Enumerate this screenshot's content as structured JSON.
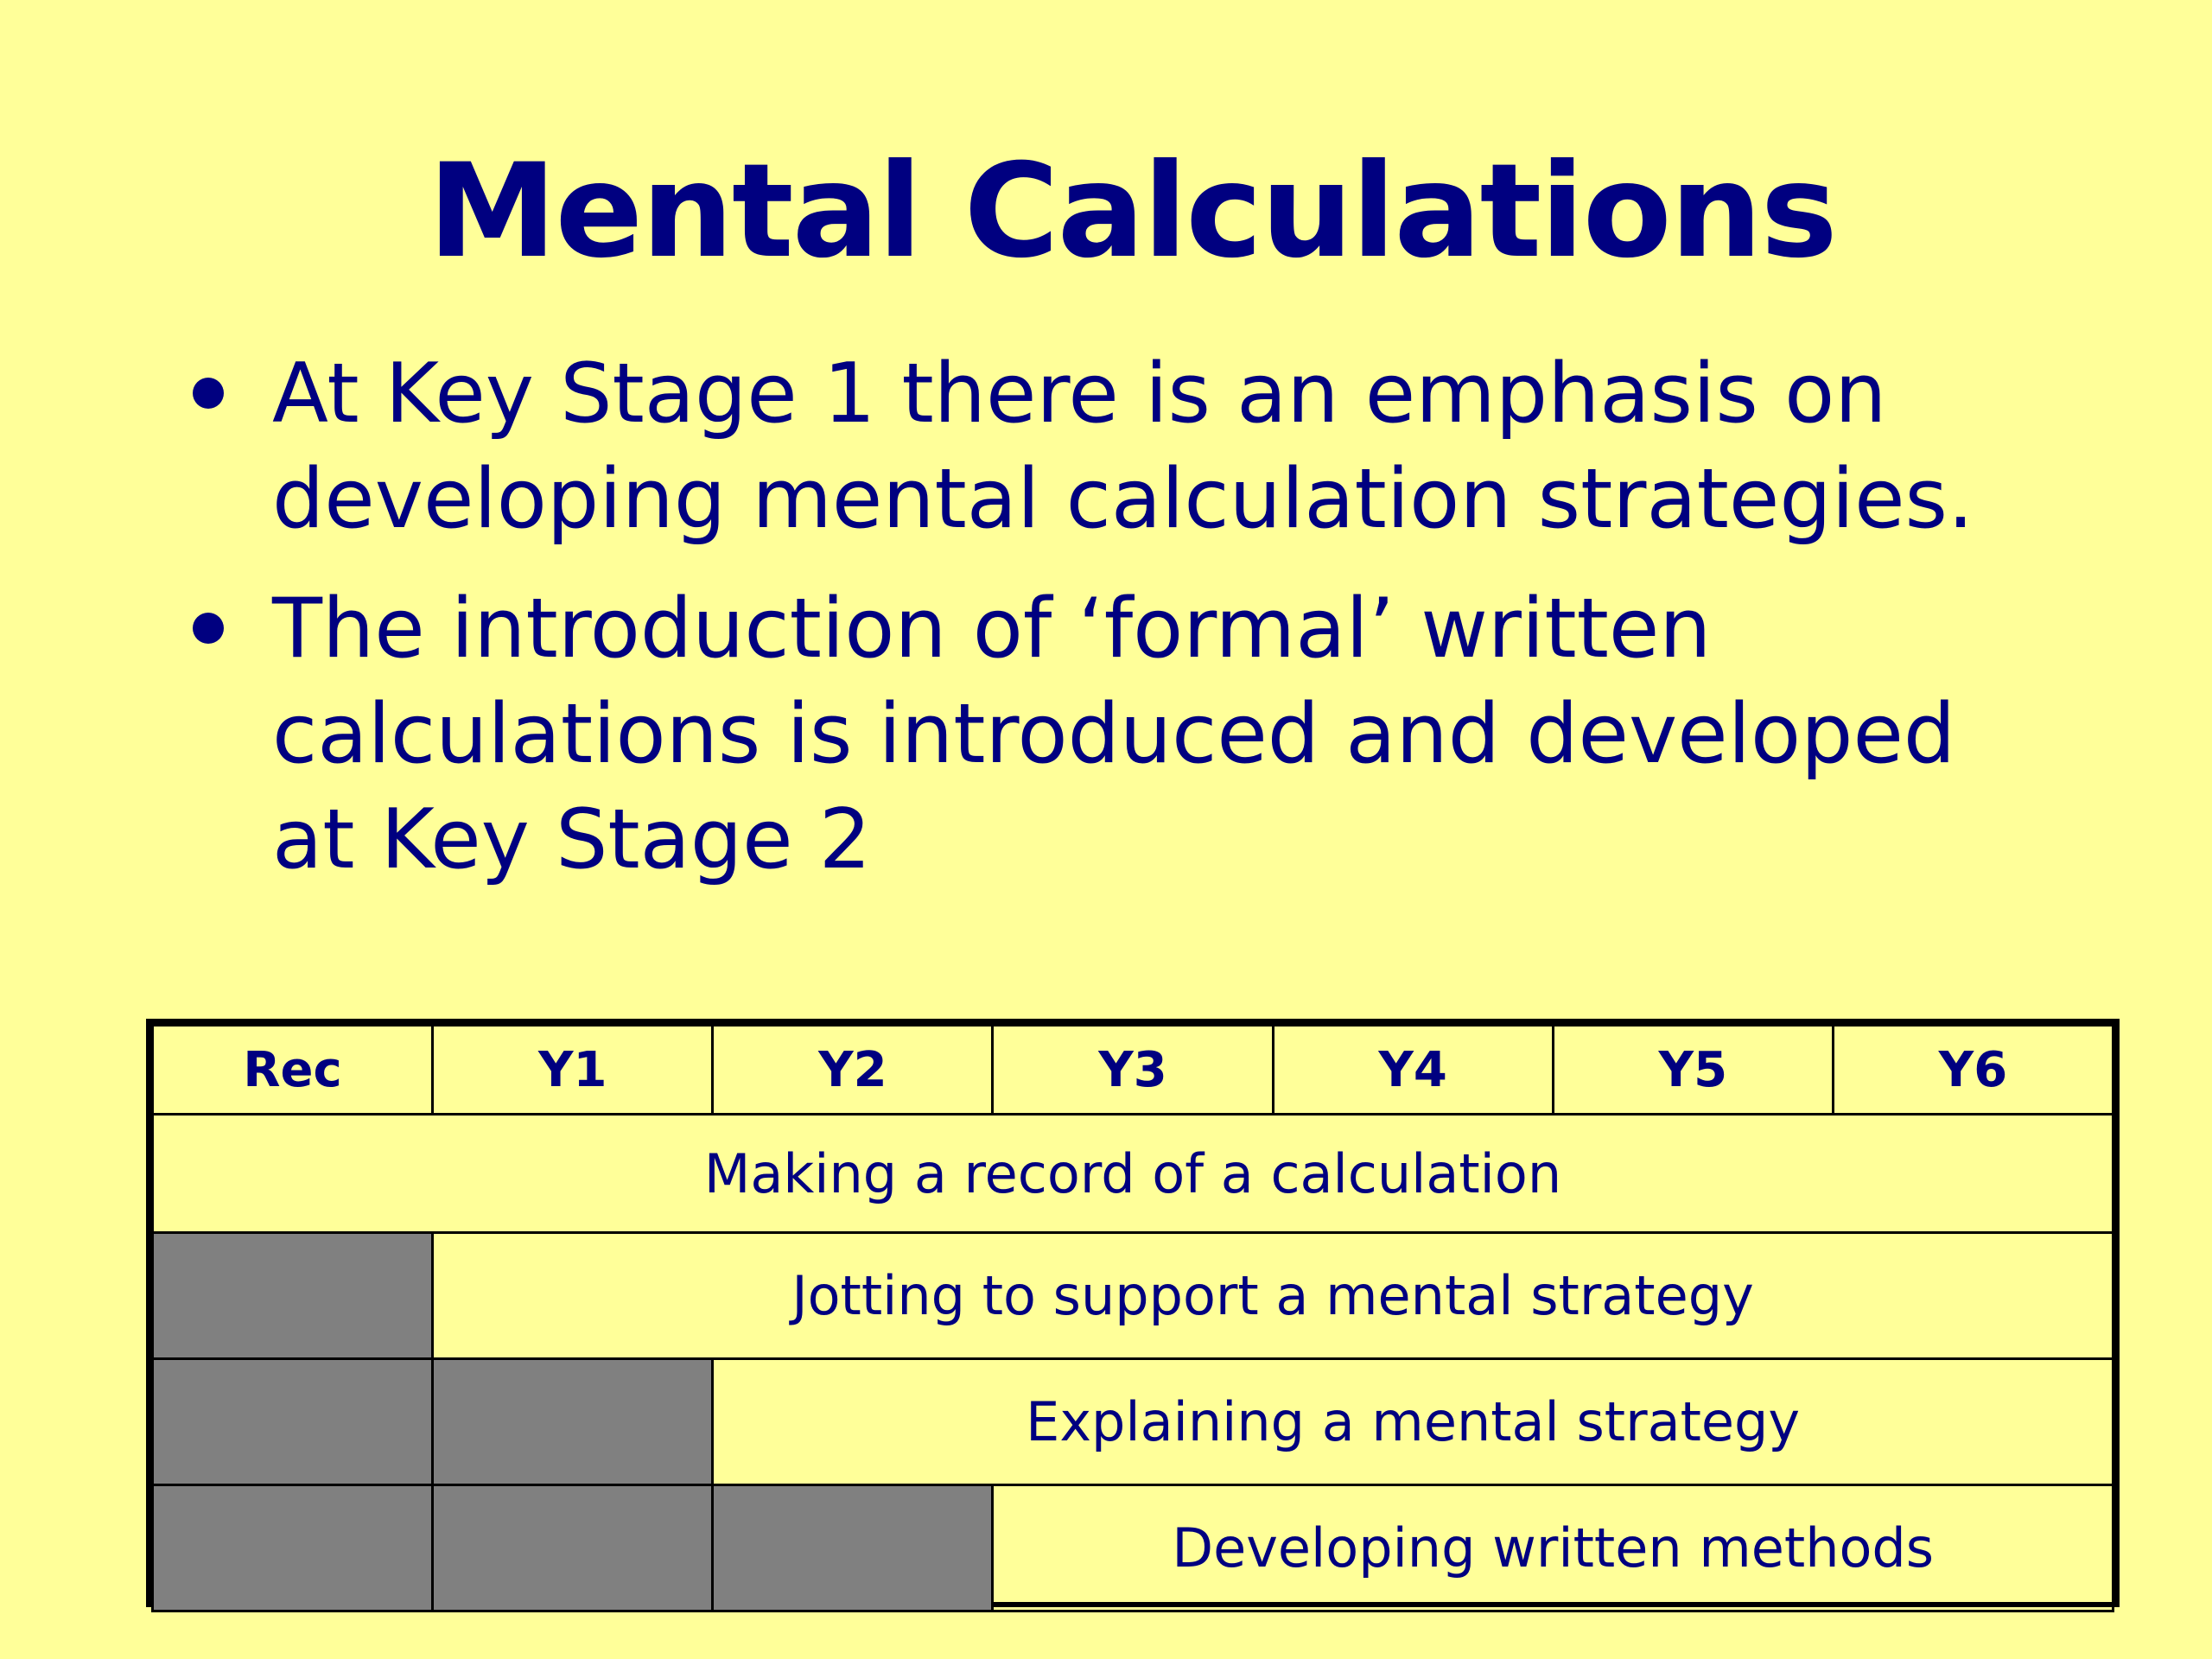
{
  "slide": {
    "title": "Mental Calculations",
    "bullets": [
      "At Key Stage 1 there is an emphasis on developing mental calculation strategies.",
      "The introduction of ‘formal’ written calculations is introduced and developed at Key Stage 2"
    ]
  },
  "table": {
    "headers": [
      "Rec",
      "Y1",
      "Y2",
      "Y3",
      "Y4",
      "Y5",
      "Y6"
    ],
    "rows": [
      {
        "grey_cells": 0,
        "label": "Making a record of a calculation"
      },
      {
        "grey_cells": 1,
        "label": "Jotting to support a mental strategy"
      },
      {
        "grey_cells": 2,
        "label": "Explaining a mental strategy"
      },
      {
        "grey_cells": 3,
        "label": "Developing written methods"
      }
    ],
    "colors": {
      "background": "#ffff99",
      "text": "#000080",
      "grey": "#808080"
    }
  }
}
